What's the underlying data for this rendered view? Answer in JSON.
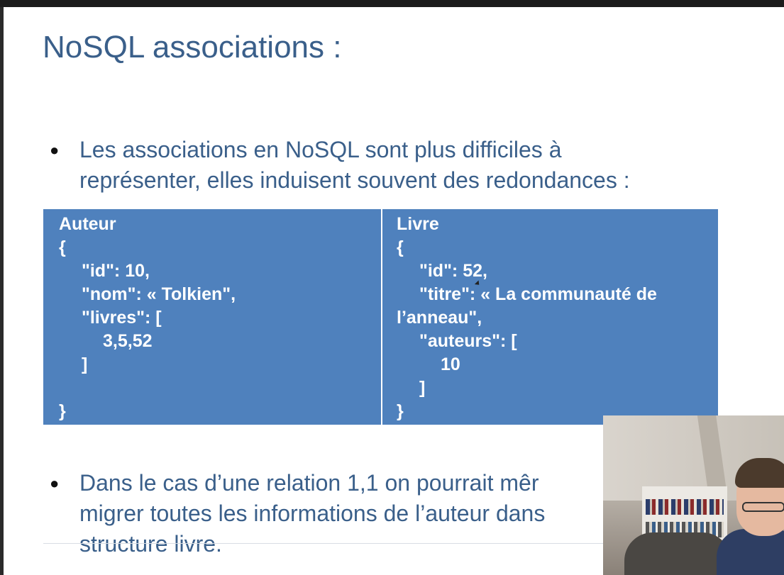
{
  "slide": {
    "title": "NoSQL associations :",
    "bullet1": {
      "line1": "Les associations en NoSQL sont plus difficiles à",
      "line2": "représenter, elles induisent souvent des redondances :"
    },
    "table": {
      "left": [
        "Auteur",
        "{",
        "\"id\": 10,",
        "\"nom\": « Tolkien\",",
        "\"livres\": [",
        "3,5,52",
        "]",
        "",
        "}"
      ],
      "right": [
        "Livre",
        "{",
        "\"id\": 52,",
        "\"titre\": « La communauté de",
        "l’anneau\",",
        "\"auteurs\": [",
        "10",
        "]",
        "}"
      ]
    },
    "bullet2": {
      "line1": "Dans le cas d’une relation 1,1 on pourrait mêr",
      "line2": "migrer toutes les informations de l’auteur dans",
      "line3": "structure livre."
    }
  },
  "colors": {
    "title": "#3a5f8a",
    "table_bg": "#4f81bd",
    "table_text": "#ffffff"
  }
}
